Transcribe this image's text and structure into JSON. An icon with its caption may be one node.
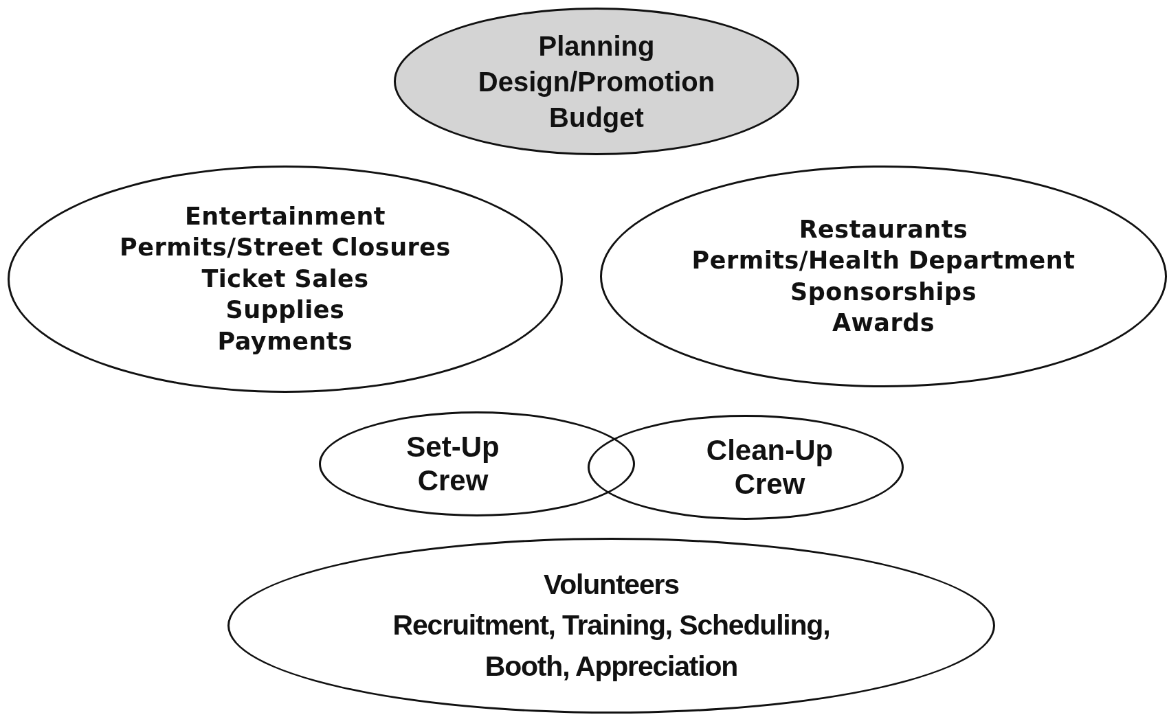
{
  "diagram": {
    "nodes": [
      {
        "text": [
          "Planning",
          "Design/Promotion",
          "Budget"
        ]
      },
      {
        "text": [
          "Entertainment",
          "Permits/Street Closures",
          "Ticket Sales",
          "Supplies",
          "Payments"
        ]
      },
      {
        "text": [
          "Restaurants",
          "Permits/Health Department",
          "Sponsorships",
          "Awards"
        ]
      },
      {
        "text": [
          "Set-Up Crew"
        ]
      },
      {
        "text": [
          "Clean-Up Crew"
        ]
      },
      {
        "text": [
          "Volunteers",
          "Recruitment, Training, Scheduling, Booth, Appreciation"
        ]
      }
    ]
  }
}
